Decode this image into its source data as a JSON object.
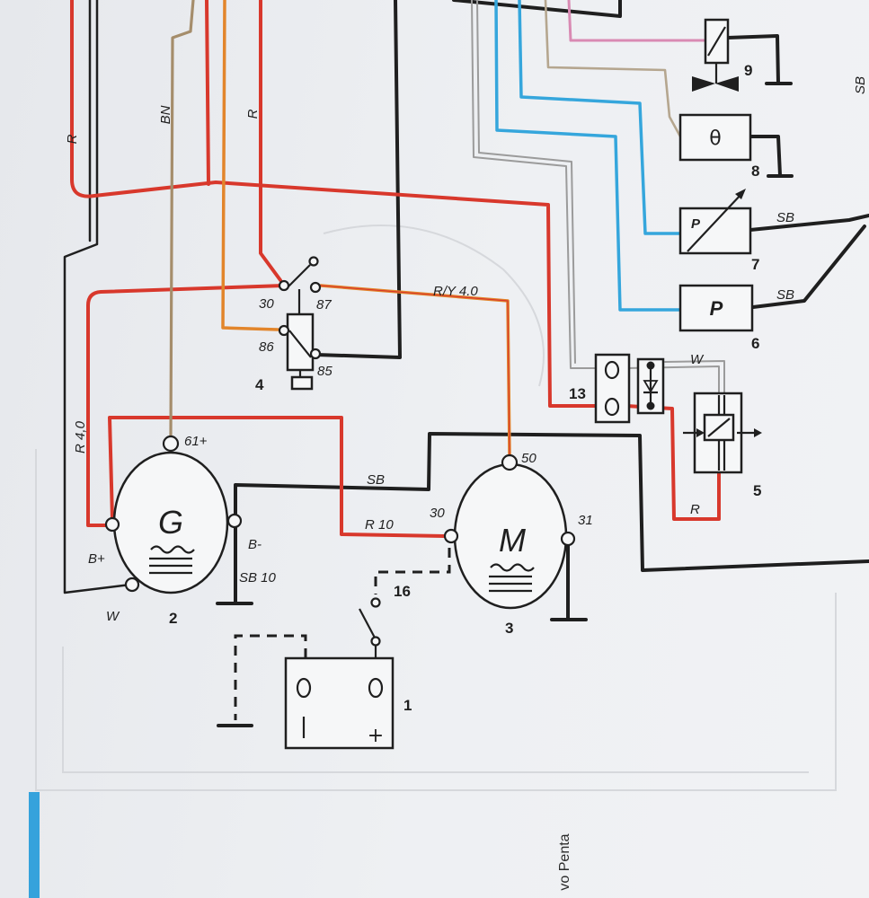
{
  "wire_labels": {
    "r_left": "R",
    "bn": "BN",
    "r_relay": "R",
    "sb_right": "SB",
    "r_4_0": "R 4,0",
    "ry_4_0": "R/Y 4.0",
    "sb_main": "SB",
    "r_10": "R 10",
    "sb_sensor_7": "SB",
    "sb_sensor_6": "SB",
    "w_relay_5": "W",
    "r_relay_5": "R"
  },
  "components": {
    "battery": {
      "number": "1",
      "plus": "+"
    },
    "generator": {
      "number": "2",
      "symbol": "G",
      "terminal_61": "61+",
      "terminal_b_plus": "B+",
      "terminal_b_minus": "B-",
      "terminal_w": "W",
      "ground_wire": "SB 10"
    },
    "starter_motor": {
      "number": "3",
      "symbol": "M",
      "terminal_50": "50",
      "terminal_30": "30",
      "terminal_31": "31"
    },
    "relay_4": {
      "number": "4",
      "pin_30": "30",
      "pin_87": "87",
      "pin_86": "86",
      "pin_85": "85"
    },
    "relay_5": {
      "number": "5"
    },
    "sender_6": {
      "number": "6",
      "symbol": "P"
    },
    "sender_7": {
      "number": "7",
      "symbol": "P"
    },
    "sender_8": {
      "number": "8",
      "symbol": "θ"
    },
    "valve_9": {
      "number": "9"
    },
    "connector_13": {
      "number": "13"
    },
    "switch_16": {
      "number": "16"
    }
  },
  "footer_text": "vo Penta",
  "colors": {
    "red": "#d8382c",
    "black": "#1f1f1f",
    "brown": "#a58d6b",
    "orange": "#e2852b",
    "pink": "#d98ab3",
    "tan": "#b5a68f",
    "blue": "#35a6dc",
    "gray": "#9b9b9b",
    "accent_bar": "#35a2dc"
  }
}
